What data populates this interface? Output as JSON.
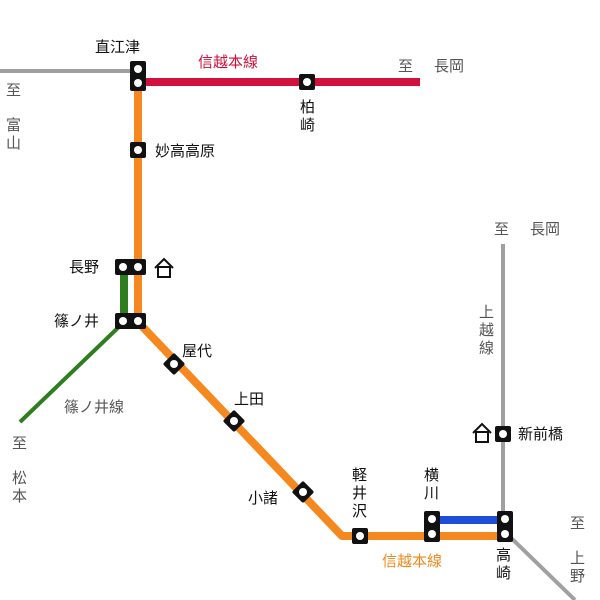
{
  "colors": {
    "shinetsu_orange": "#f5891f",
    "shinetsu_red": "#d1123f",
    "shinonoi_green": "#2e7d1f",
    "yokokawa_blue": "#1e4fd8",
    "other_gray": "#a0a0a0",
    "station_black": "#111111"
  },
  "lines": {
    "shinetsu_north": "信越本線",
    "shinetsu_south": "信越本線",
    "shinonoi": "篠ノ井線",
    "joetsu": [
      "上",
      "越",
      "線"
    ]
  },
  "destinations": {
    "toyama": [
      "至",
      "富",
      "山"
    ],
    "nagaoka_top": [
      "至",
      "長岡"
    ],
    "nagaoka_right": [
      "至",
      "長岡"
    ],
    "matsumoto": [
      "至",
      "松",
      "本"
    ],
    "ueno": [
      "至",
      "上",
      "野"
    ]
  },
  "stations": {
    "naoetsu": "直江津",
    "kashiwazaki": [
      "柏",
      "崎"
    ],
    "myokokogen": "妙高高原",
    "nagano": "長野",
    "shinonoi": "篠ノ井",
    "yashiro": "屋代",
    "ueda": "上田",
    "komoro": "小諸",
    "karuizawa": [
      "軽",
      "井",
      "沢"
    ],
    "yokokawa": [
      "横",
      "川"
    ],
    "takasaki": [
      "高",
      "崎"
    ],
    "shinmaebashi": "新前橋"
  },
  "icons": {
    "nagano_home": "home-icon",
    "shinmaebashi_home": "home-icon"
  }
}
